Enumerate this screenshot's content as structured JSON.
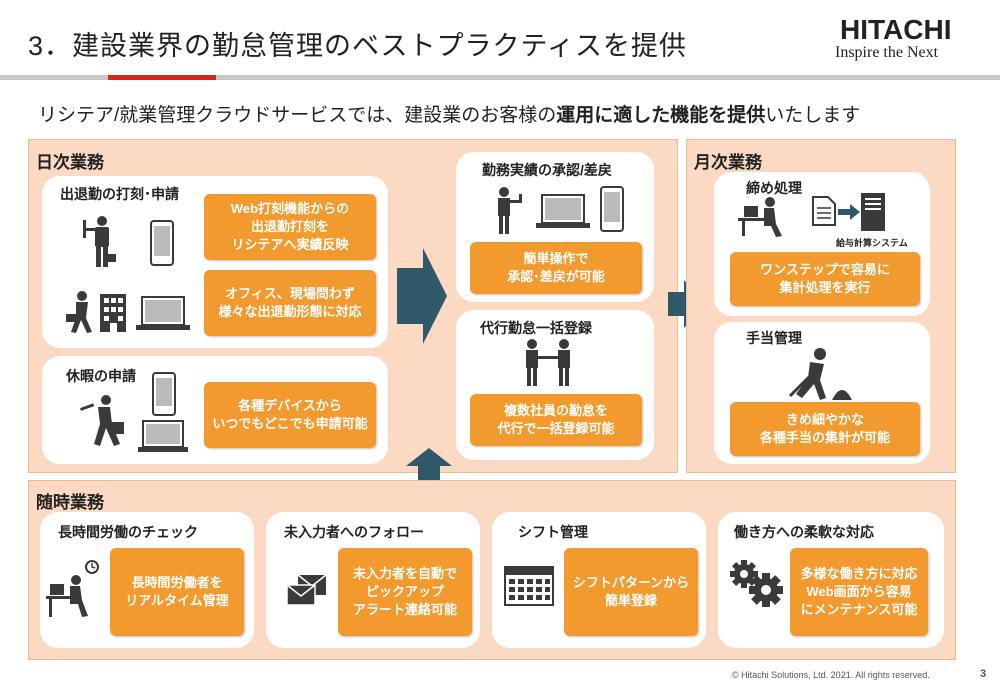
{
  "header": {
    "title": "3．建設業界の勤怠管理のベストプラクティスを提供",
    "logo_main": "HITACHI",
    "logo_sub": "Inspire the Next"
  },
  "subtitle": {
    "part1": "リシテア/就業管理クラウドサービスでは、建設業のお客様の",
    "part2": "運用に適した機能を提供",
    "part3": "いたします"
  },
  "daily": {
    "title": "日次業務",
    "clock": {
      "title": "出退勤の打刻･申請",
      "box1": [
        "Web打刻機能からの",
        "出退勤打刻を",
        "リシテアへ実績反映"
      ],
      "box2": [
        "オフィス、現場問わず",
        "様々な出退勤形態に対応"
      ]
    },
    "leave": {
      "title": "休暇の申請",
      "box": [
        "各種デバイスから",
        "いつでもどこでも申請可能"
      ]
    },
    "approval": {
      "title": "勤務実績の承認/差戻",
      "box": [
        "簡単操作で",
        "承認･差戻が可能"
      ]
    },
    "proxy": {
      "title": "代行勤怠一括登録",
      "box": [
        "複数社員の勤怠を",
        "代行で一括登録可能"
      ]
    }
  },
  "monthly": {
    "title": "月次業務",
    "closing": {
      "title": "締め処理",
      "system_label": "給与計算システム",
      "box": [
        "ワンステップで容易に",
        "集計処理を実行"
      ]
    },
    "allowance": {
      "title": "手当管理",
      "box": [
        "きめ細やかな",
        "各種手当の集計が可能"
      ]
    }
  },
  "anytime": {
    "title": "随時業務",
    "overtime": {
      "title": "長時間労働のチェック",
      "box": [
        "長時間労働者を",
        "リアルタイム管理"
      ]
    },
    "followup": {
      "title": "未入力者へのフォロー",
      "box": [
        "未入力者を自動で",
        "ピックアップ",
        "アラート連絡可能"
      ]
    },
    "shift": {
      "title": "シフト管理",
      "box": [
        "シフトパターンから",
        "簡単登録"
      ]
    },
    "flexible": {
      "title": "働き方への柔軟な対応",
      "box": [
        "多様な働き方に対応",
        "Web画面から容易",
        "にメンテナンス可能"
      ]
    }
  },
  "footer": {
    "copyright": "© Hitachi Solutions, Ltd. 2021.  All rights reserved.",
    "page": "3"
  },
  "colors": {
    "orange": "#f39a2e",
    "panel": "#fbd9c2",
    "arrow": "#2f5968",
    "red": "#d7261e"
  }
}
